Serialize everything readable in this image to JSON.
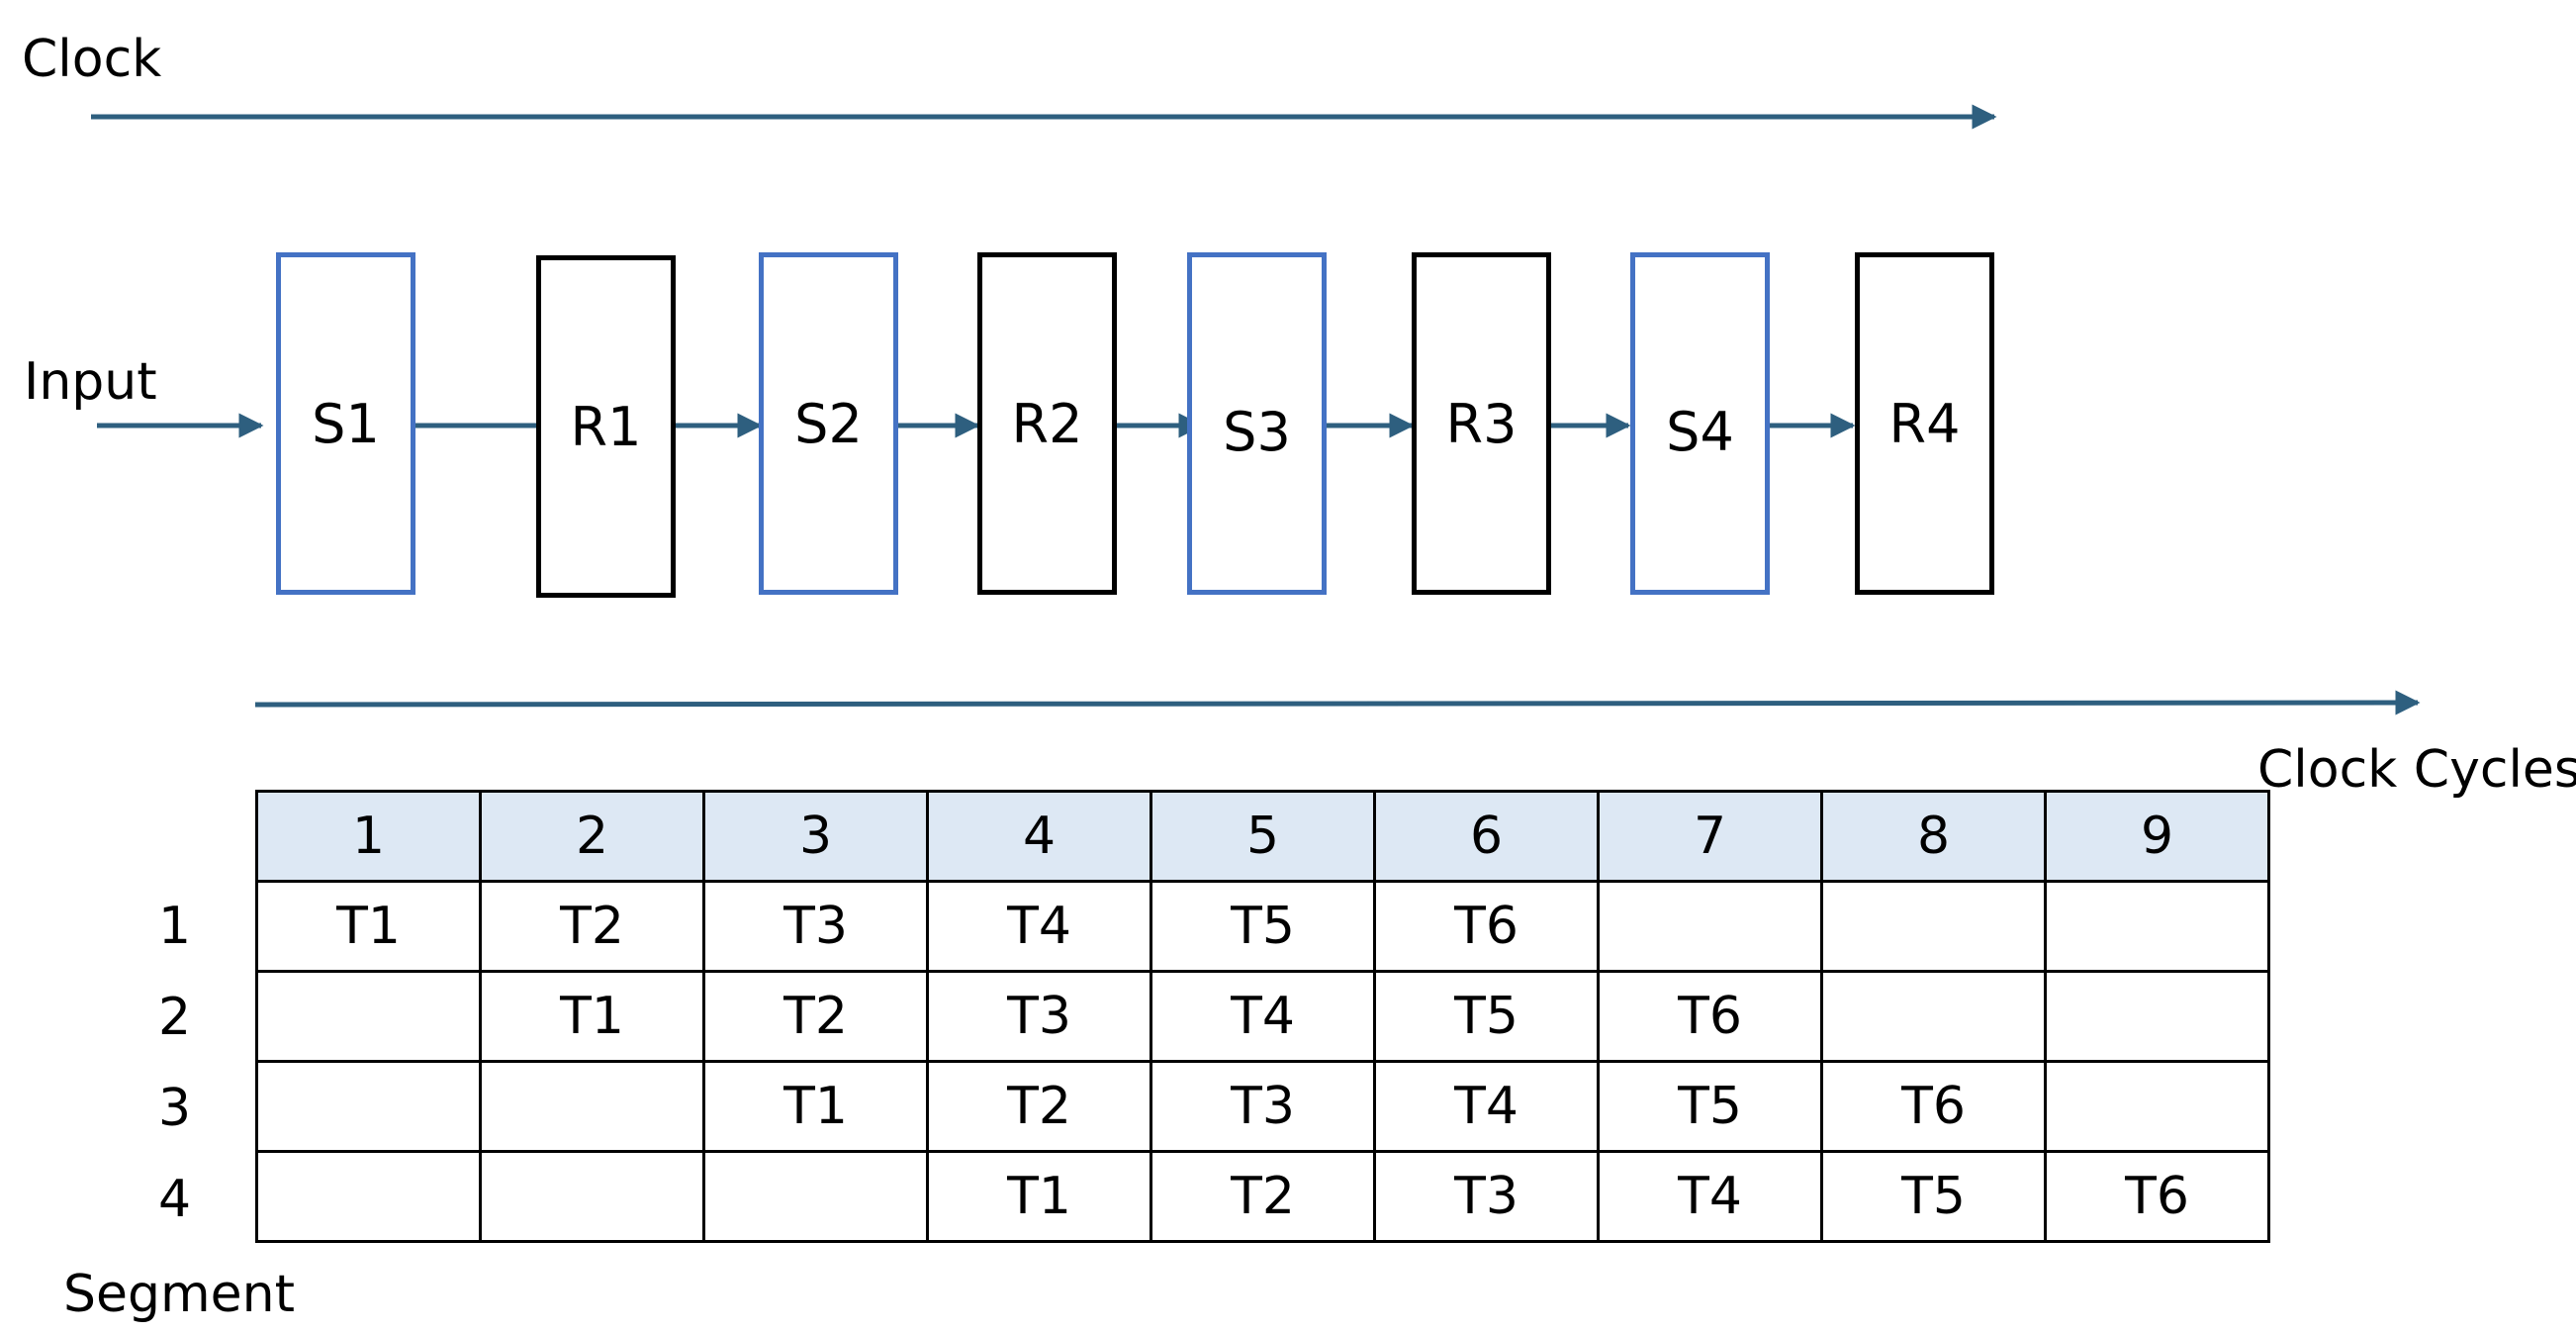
{
  "labels": {
    "clock": "Clock",
    "input": "Input",
    "clock_cycles": "Clock Cycles",
    "segment": "Segment"
  },
  "pipeline": [
    {
      "label": "S1",
      "kind": "stage"
    },
    {
      "label": "R1",
      "kind": "register"
    },
    {
      "label": "S2",
      "kind": "stage"
    },
    {
      "label": "R2",
      "kind": "register"
    },
    {
      "label": "S3",
      "kind": "stage"
    },
    {
      "label": "R3",
      "kind": "register"
    },
    {
      "label": "S4",
      "kind": "stage"
    },
    {
      "label": "R4",
      "kind": "register"
    }
  ],
  "timeline": {
    "cycles": [
      "1",
      "2",
      "3",
      "4",
      "5",
      "6",
      "7",
      "8",
      "9"
    ],
    "segments": [
      "1",
      "2",
      "3",
      "4"
    ],
    "rows": [
      [
        "T1",
        "T2",
        "T3",
        "T4",
        "T5",
        "T6",
        "",
        "",
        ""
      ],
      [
        "",
        "T1",
        "T2",
        "T3",
        "T4",
        "T5",
        "T6",
        "",
        ""
      ],
      [
        "",
        "",
        "T1",
        "T2",
        "T3",
        "T4",
        "T5",
        "T6",
        ""
      ],
      [
        "",
        "",
        "",
        "T1",
        "T2",
        "T3",
        "T4",
        "T5",
        "T6"
      ]
    ]
  },
  "colors": {
    "arrow": "#2e5f7f",
    "stage_border": "#4472c4",
    "register_border": "#000000",
    "header_fill": "#dde8f4"
  }
}
